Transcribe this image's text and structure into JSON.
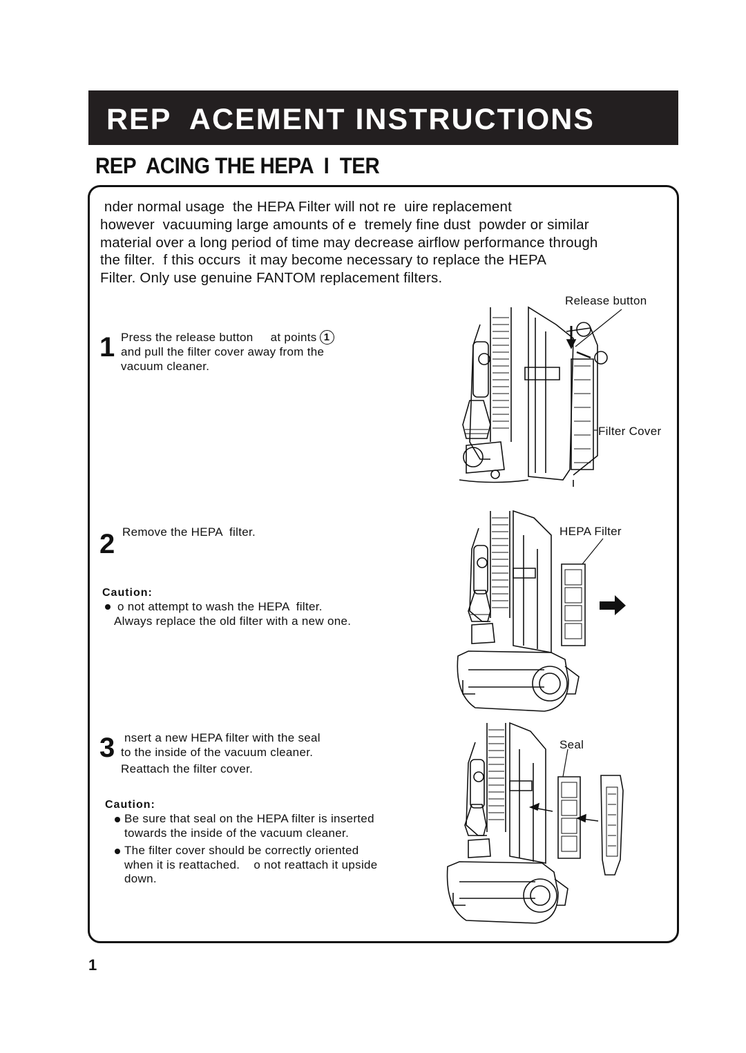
{
  "header": {
    "title": "REP  ACEMENT INSTRUCTIONS",
    "subtitle": "REP  ACING THE HEPA  I  TER"
  },
  "intro": {
    "lines": [
      " nder normal usage  the HEPA Filter will not re  uire replacement",
      "however  vacuuming large amounts of e  tremely fine dust  powder or similar",
      "material over a long period of time may decrease airflow performance through",
      "the filter.  f this occurs  it may become necessary to replace the HEPA",
      "Filter. Only use genuine FANTOM replacement filters."
    ]
  },
  "steps": [
    {
      "number": "1",
      "lines": [
        "Press the release button     at points",
        "and pull the filter cover away from the",
        "vacuum cleaner."
      ],
      "point_marker": "1",
      "callouts": [
        "Release button",
        "Filter Cover"
      ]
    },
    {
      "number": "2",
      "lines": [
        "Remove the HEPA  filter."
      ],
      "caution_heading": "Caution:",
      "caution_lines": [
        " o not attempt to wash the HEPA  filter.",
        "Always replace the old filter with a new one."
      ],
      "callouts": [
        "HEPA Filter"
      ]
    },
    {
      "number": "3",
      "lines": [
        " nsert a new HEPA filter with the seal",
        "to the inside of the vacuum cleaner.",
        "Reattach the filter cover."
      ],
      "caution_heading": "Caution:",
      "cautions": [
        [
          "Be sure that seal on the HEPA filter is inserted",
          "towards the inside of the vacuum cleaner."
        ],
        [
          "The filter cover should be correctly oriented",
          "when it is reattached.    o not reattach it upside",
          "down."
        ]
      ],
      "callouts": [
        "Seal"
      ]
    }
  ],
  "footer": {
    "page_number": "1"
  }
}
